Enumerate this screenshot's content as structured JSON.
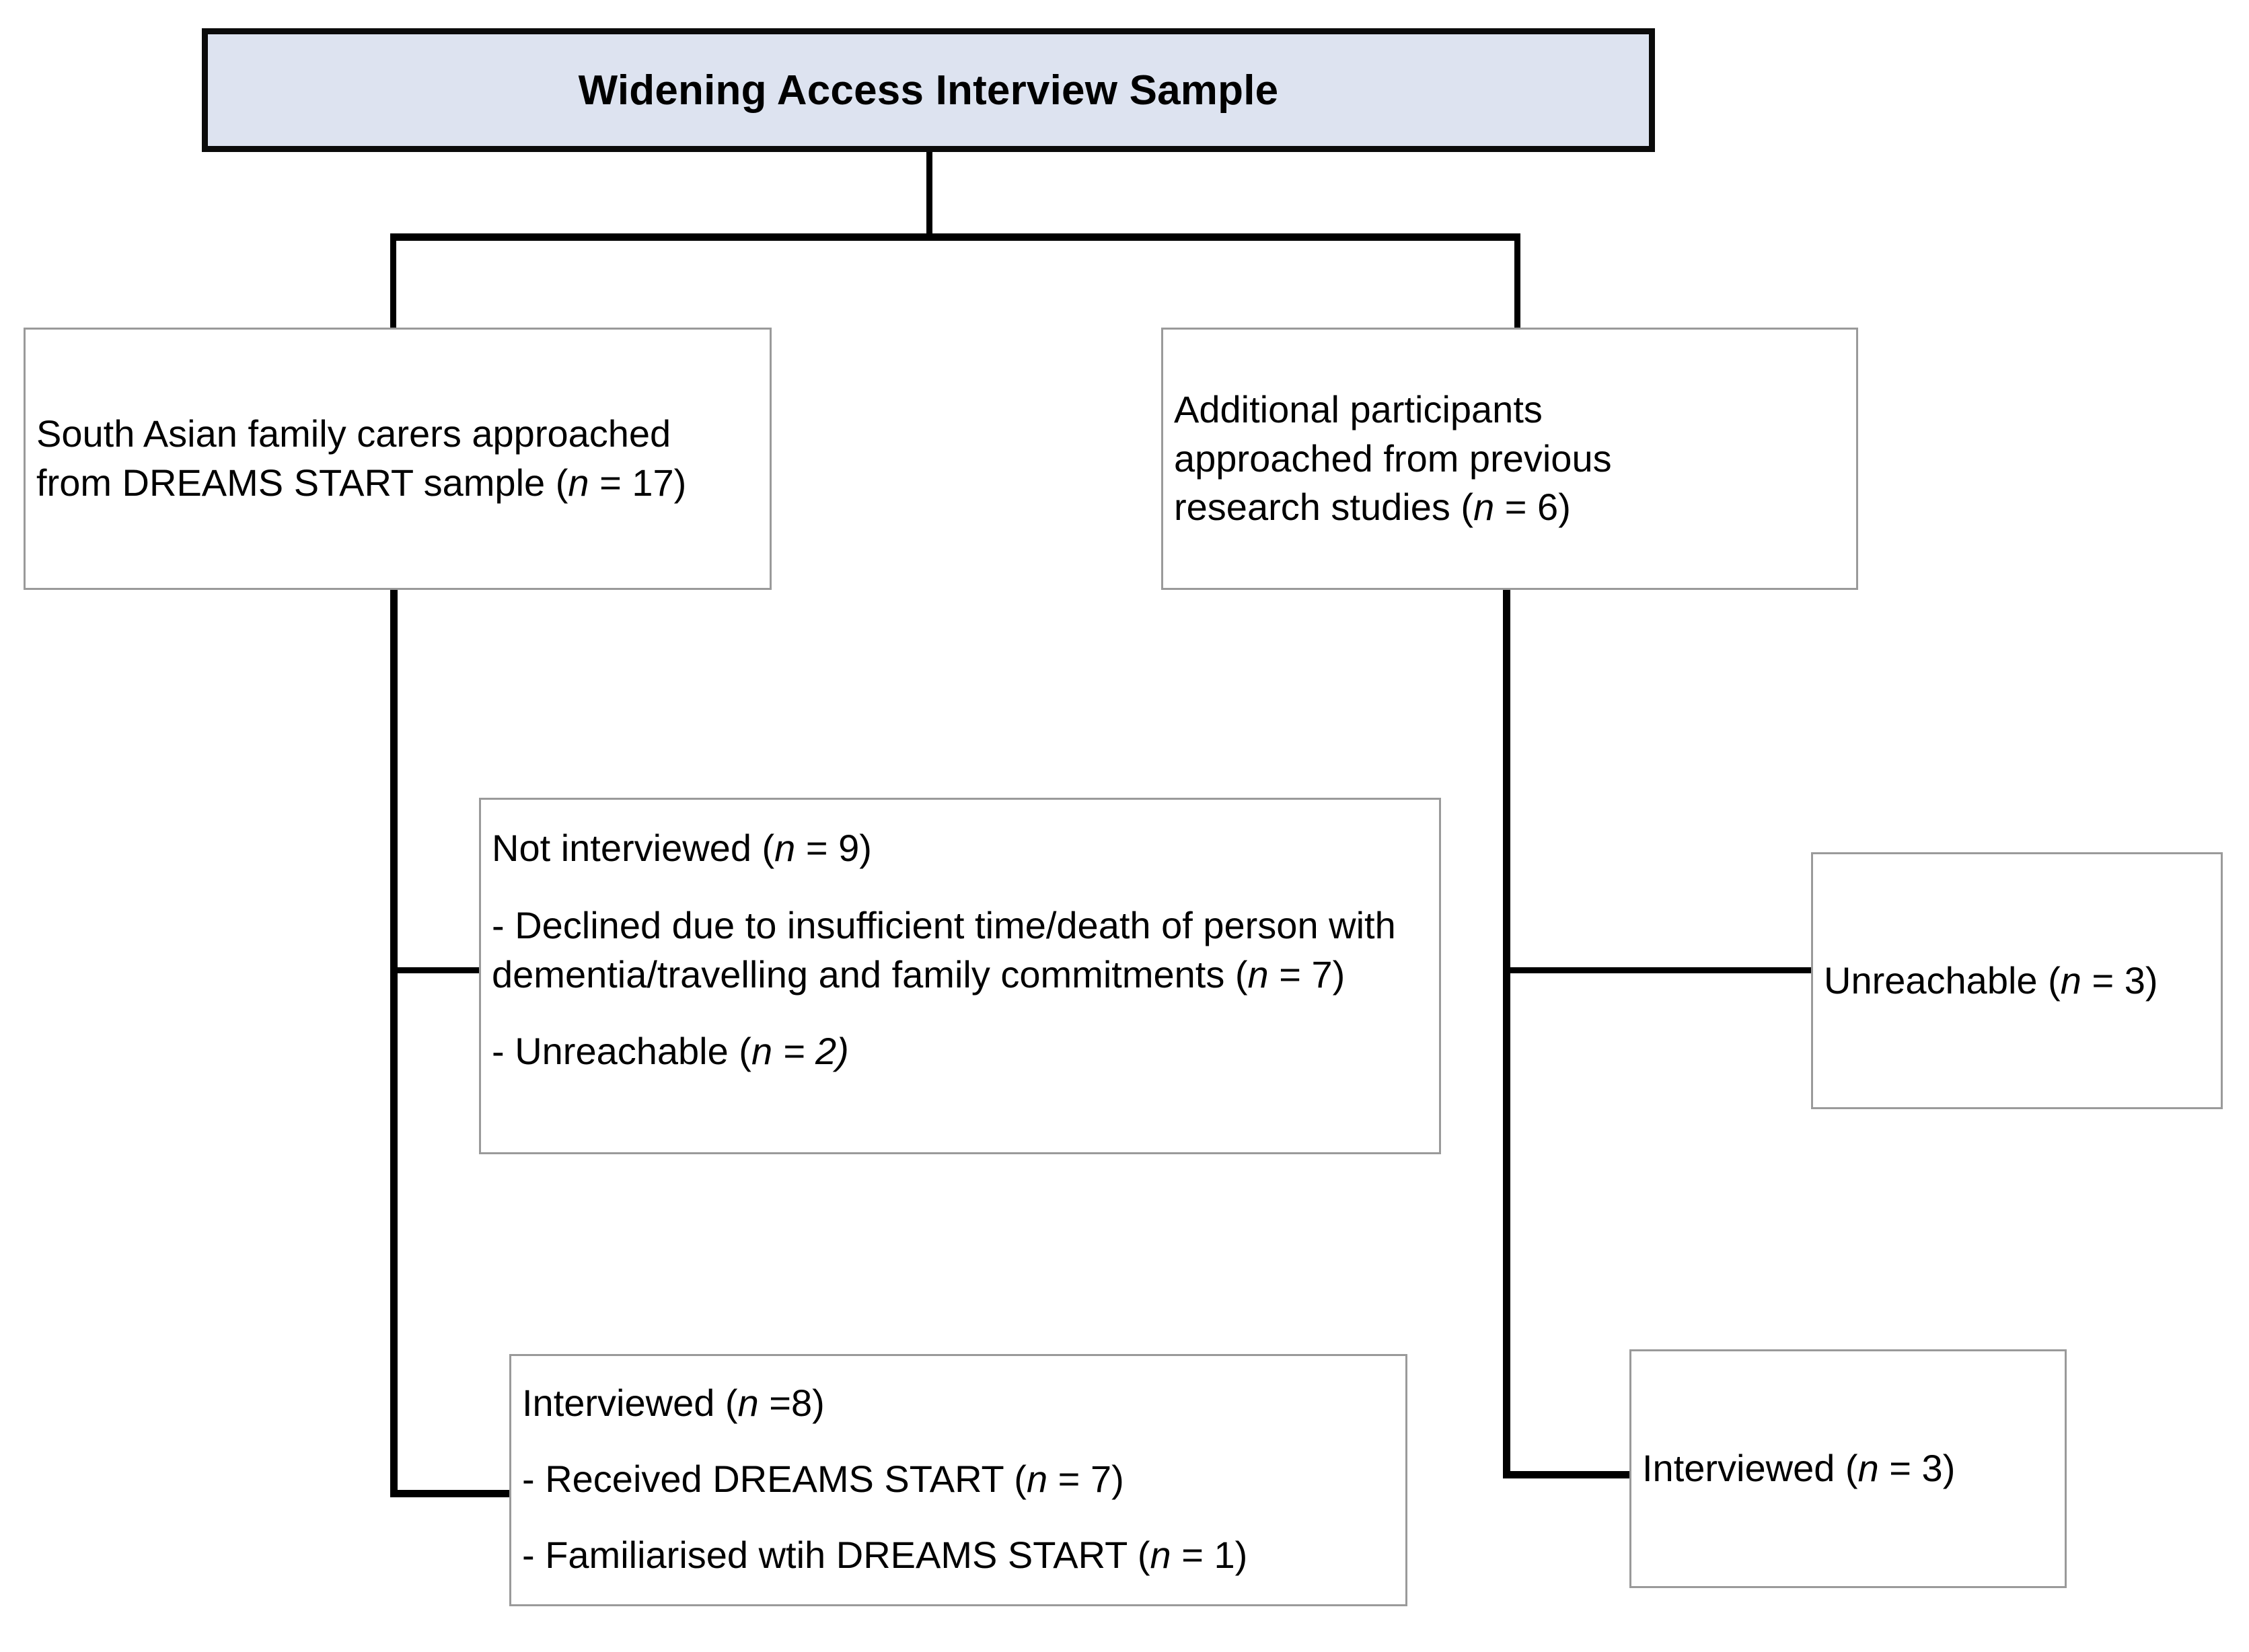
{
  "diagram": {
    "title": "Widening Access Interview Sample",
    "accent_fill": "#dde3f0",
    "line_color": "#000000",
    "box_border_color": "#9a9a9a"
  },
  "nodes": {
    "root": {
      "label": "Widening Access Interview Sample"
    },
    "left_source": {
      "line1": "South Asian family carers approached",
      "line2_pre": "from DREAMS START sample (",
      "line2_n": "n",
      "line2_post": " = 17)"
    },
    "right_source": {
      "line1": "Additional participants",
      "line2": "approached from previous",
      "line3_pre": "research studies (",
      "line3_n": "n",
      "line3_post": " = 6)"
    },
    "not_interviewed": {
      "heading_pre": "Not interviewed (",
      "heading_n": "n",
      "heading_post": " = 9)",
      "item1_pre": "- Declined due to insufficient time/death of person with dementia/travelling and family commitments (",
      "item1_n": "n",
      "item1_post": " = 7)",
      "item2_pre": "- Unreachable (",
      "item2_n": "n",
      "item2_post": " = 2)"
    },
    "interviewed_left": {
      "heading_pre": "Interviewed (",
      "heading_n": "n",
      "heading_post": " =8)",
      "item1_pre": "- Received DREAMS START (",
      "item1_n": "n",
      "item1_post": " = 7)",
      "item2_pre": "- Familiarised wtih DREAMS START (",
      "item2_n": "n",
      "item2_post": " = 1)"
    },
    "unreachable_right": {
      "text_pre": "Unreachable (",
      "text_n": "n",
      "text_post": " = 3)"
    },
    "interviewed_right": {
      "text_pre": "Interviewed (",
      "text_n": "n",
      "text_post": " = 3)"
    }
  }
}
